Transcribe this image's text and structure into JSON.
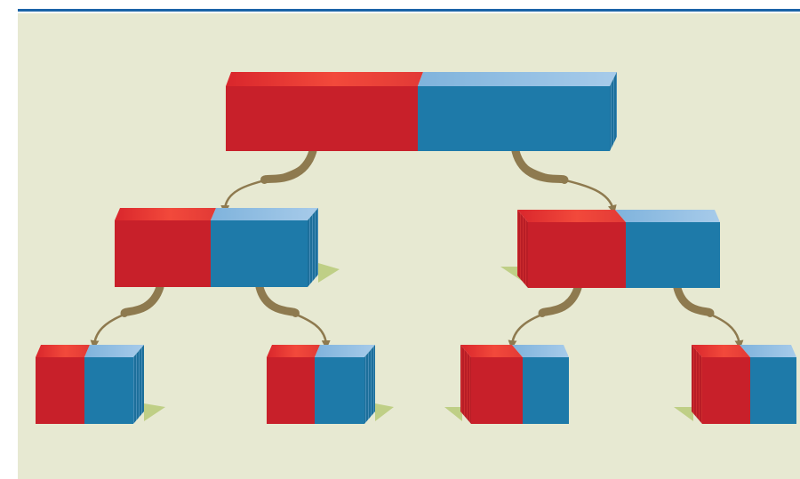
{
  "diagram": {
    "kind": "magnet-division-tree",
    "levels": 3,
    "children_per_magnet": 2,
    "pole_colors": {
      "left": "#c8202a",
      "right": "#1e7aa9",
      "left_highlight": "#f04a3a",
      "right_highlight": "#86b8dd"
    },
    "arrow_color": "#8e7a4f",
    "shadow_color": "#bfcf86",
    "background_color": "#e7e9d2",
    "top_rule_color": "#1b64a8"
  }
}
